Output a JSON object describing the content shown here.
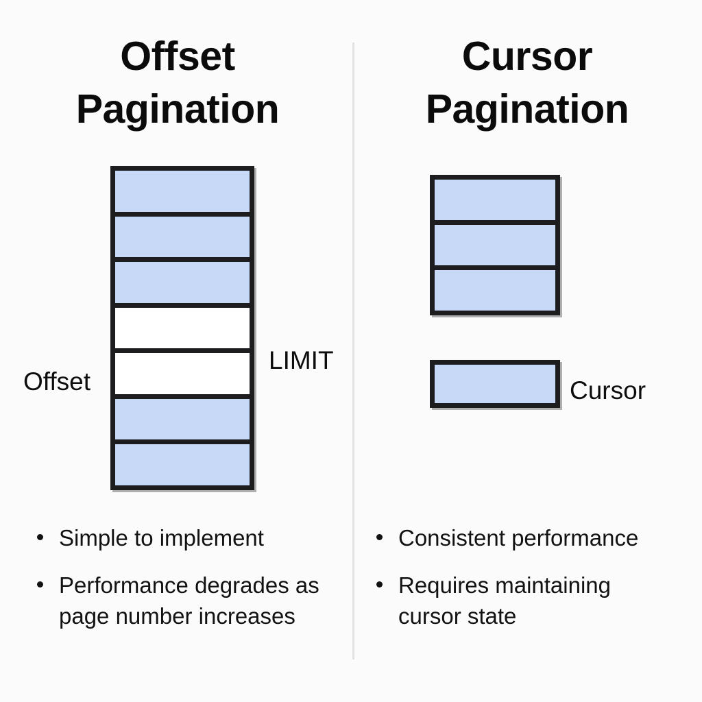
{
  "canvas": {
    "background": "#fbfbfb",
    "accent_fill": "#c7d9f6",
    "stroke": "#1d1d1f",
    "divider_color": "#e2e2e2"
  },
  "panels": [
    {
      "id": "offset",
      "title": "Offset\nPagination",
      "diagram": {
        "name": "offset-row-stack",
        "rows": [
          {
            "state": "filled"
          },
          {
            "state": "filled"
          },
          {
            "state": "filled"
          },
          {
            "state": "empty"
          },
          {
            "state": "empty"
          },
          {
            "state": "filled"
          },
          {
            "state": "filled"
          }
        ]
      },
      "annotations": [
        {
          "name": "offset-label",
          "text": "Offset"
        },
        {
          "name": "limit-label",
          "text": "LIMIT"
        }
      ],
      "bullets": [
        "Simple to implement",
        "Performance degrades as page number increases"
      ]
    },
    {
      "id": "cursor",
      "title": "Cursor\nPagination",
      "diagram": {
        "name": "cursor-row-stack",
        "rows": [
          {
            "state": "filled"
          },
          {
            "state": "filled"
          },
          {
            "state": "filled"
          }
        ],
        "marker": {
          "name": "cursor-marker-box",
          "state": "filled"
        }
      },
      "annotations": [
        {
          "name": "cursor-label",
          "text": "Cursor"
        }
      ],
      "bullets": [
        "Consistent performance",
        "Requires maintaining cursor state"
      ]
    }
  ]
}
